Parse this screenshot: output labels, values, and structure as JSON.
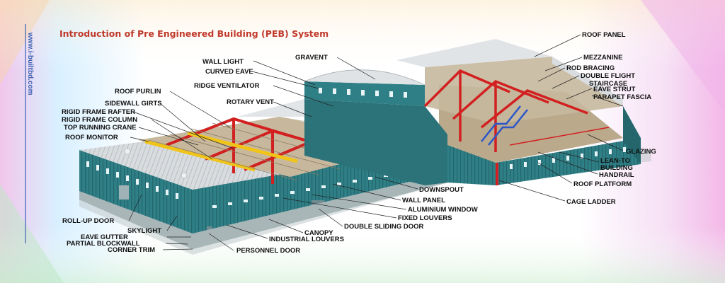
{
  "title": "Introduction of Pre Engineered Building (PEB) System",
  "website": "www.i-builtbd.com",
  "colors": {
    "title": "#c0392b",
    "website": "#3b5fb0",
    "wall": "#2f7f86",
    "wall_dark": "#1f5f66",
    "roof": "#d9dde0",
    "steel_frame": "#d22020",
    "crane": "#f0c419",
    "floor": "#c9b9a0",
    "staircase": "#2a56c9"
  },
  "labels": {
    "wall_light": "WALL LIGHT",
    "curved_eave": "CURVED EAVE",
    "gravent": "GRAVENT",
    "roof_purlin": "ROOF PURLIN",
    "ridge_ventilator": "RIDGE VENTILATOR",
    "sidewall_girts": "SIDEWALL GIRTS",
    "rotary_vent": "ROTARY VENT",
    "rigid_frame_rafter": "RIGID FRAME RAFTER",
    "rigid_frame_column": "RIGID FRAME COLUMN",
    "top_running_crane": "TOP RUNNING CRANE",
    "roof_monitor": "ROOF MONITOR",
    "roof_panel": "ROOF PANEL",
    "mezzanine": "MEZZANINE",
    "rod_bracing": "ROD BRACING",
    "double_flight_staircase_1": "DOUBLE FLIGHT",
    "double_flight_staircase_2": "STAIRCASE",
    "eave_strut": "EAVE STRUT",
    "parapet_fascia": "PARAPET FASCIA",
    "glazing": "GLAZING",
    "lean_to_building_1": "LEAN-TO",
    "lean_to_building_2": "BUILDING",
    "handrail": "HANDRAIL",
    "roof_platform": "ROOF PLATFORM",
    "cage_ladder": "CAGE LADDER",
    "downspout": "DOWNSPOUT",
    "wall_panel": "WALL PANEL",
    "aluminium_window": "ALUMINIUM WINDOW",
    "fixed_louvers": "FIXED LOUVERS",
    "double_sliding_door": "DOUBLE SLIDING DOOR",
    "canopy": "CANOPY",
    "industrial_louvers": "INDUSTRIAL LOUVERS",
    "personnel_door": "PERSONNEL DOOR",
    "roll_up_door": "ROLL-UP DOOR",
    "skylight": "SKYLIGHT",
    "eave_gutter": "EAVE GUTTER",
    "partial_blockwall": "PARTIAL BLOCKWALL",
    "corner_trim": "CORNER TRIM"
  }
}
